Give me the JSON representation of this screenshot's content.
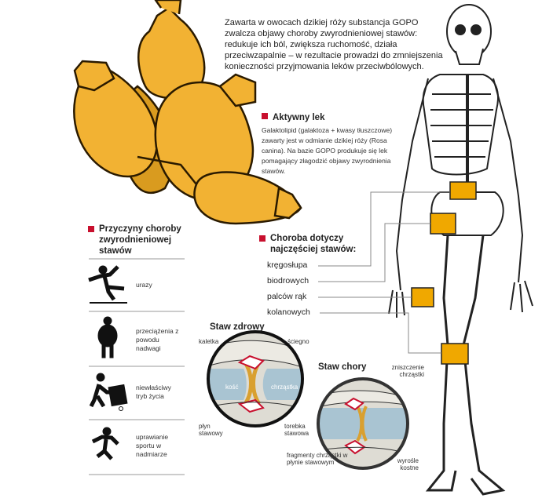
{
  "intro": "Zawarta w owocach dzikiej róży substancja GOPO zwalcza objawy choroby zwyrodnieniowej stawów: redukuje ich ból, zwiększa ruchomość, działa przeciwzapalnie – w rezultacie prowadzi do zmniejszenia konieczności przyjmowania leków przeciwbólowych.",
  "active": {
    "title": "Aktywny lek",
    "text": "Galaktolipid (galaktoza + kwasy tłuszczowe) zawarty jest w odmianie dzikiej róży (Rosa canina). Na bazie GOPO produkuje się lek pomagający złagodzić objawy zwyrodnienia stawów."
  },
  "causes": {
    "title": "Przyczyny choroby zwyrodnieniowej stawów",
    "items": [
      {
        "icon": "slipping-person-icon",
        "label": "urazy"
      },
      {
        "icon": "overweight-person-icon",
        "label": "przeciążenia z powodu nadwagi"
      },
      {
        "icon": "person-pushing-cart-icon",
        "label": "niewłaściwy tryb życia"
      },
      {
        "icon": "running-person-icon",
        "label": "uprawianie sportu w nadmiarze"
      }
    ]
  },
  "joints": {
    "title": "Choroba dotyczy najczęściej stawów:",
    "items": [
      "kręgosłupa",
      "biodrowych",
      "palców rąk",
      "kolanowych"
    ]
  },
  "healthy": {
    "title": "Staw zdrowy",
    "labels": {
      "bursa": "kaletka",
      "tendon": "ściegno",
      "bone": "kość",
      "cartilage": "chrząstka",
      "fluid": "płyn stawowy",
      "capsule": "torebka stawowa"
    }
  },
  "sick": {
    "title": "Staw chory",
    "labels": {
      "damage": "zniszczenie chrząstki",
      "fragments": "fragmenty chrząstki w płynie stawowym",
      "osteophytes": "wyrośle kostne"
    }
  },
  "colors": {
    "accent": "#c8102e",
    "rosehip": "#f2b233",
    "highlight": "#f0a800",
    "bone": "#a9c4d2"
  }
}
